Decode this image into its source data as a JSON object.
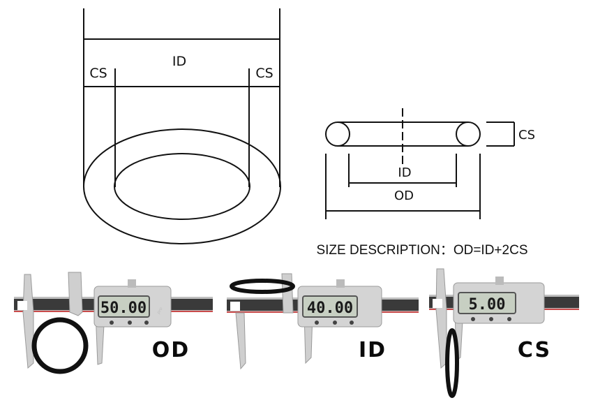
{
  "top_diagram": {
    "label_id": "ID",
    "label_cs_left": "CS",
    "label_cs_right": "CS"
  },
  "side_diagram": {
    "label_cs": "CS",
    "label_id": "ID",
    "label_od": "OD"
  },
  "description": "SIZE DESCRIPTION：OD=ID+2CS",
  "calipers": [
    {
      "caption": "OD",
      "reading": "50.00",
      "icon": "caliper-icon"
    },
    {
      "caption": "ID",
      "reading": "40.00",
      "icon": "caliper-icon"
    },
    {
      "caption": "CS",
      "reading": "5.00",
      "icon": "caliper-icon"
    }
  ],
  "colors": {
    "line": "#111111",
    "caliper_steel": "#c9c9c9",
    "caliper_dark": "#2b2b2b",
    "lcd": "#c7cfc2",
    "oring": "#111111"
  }
}
